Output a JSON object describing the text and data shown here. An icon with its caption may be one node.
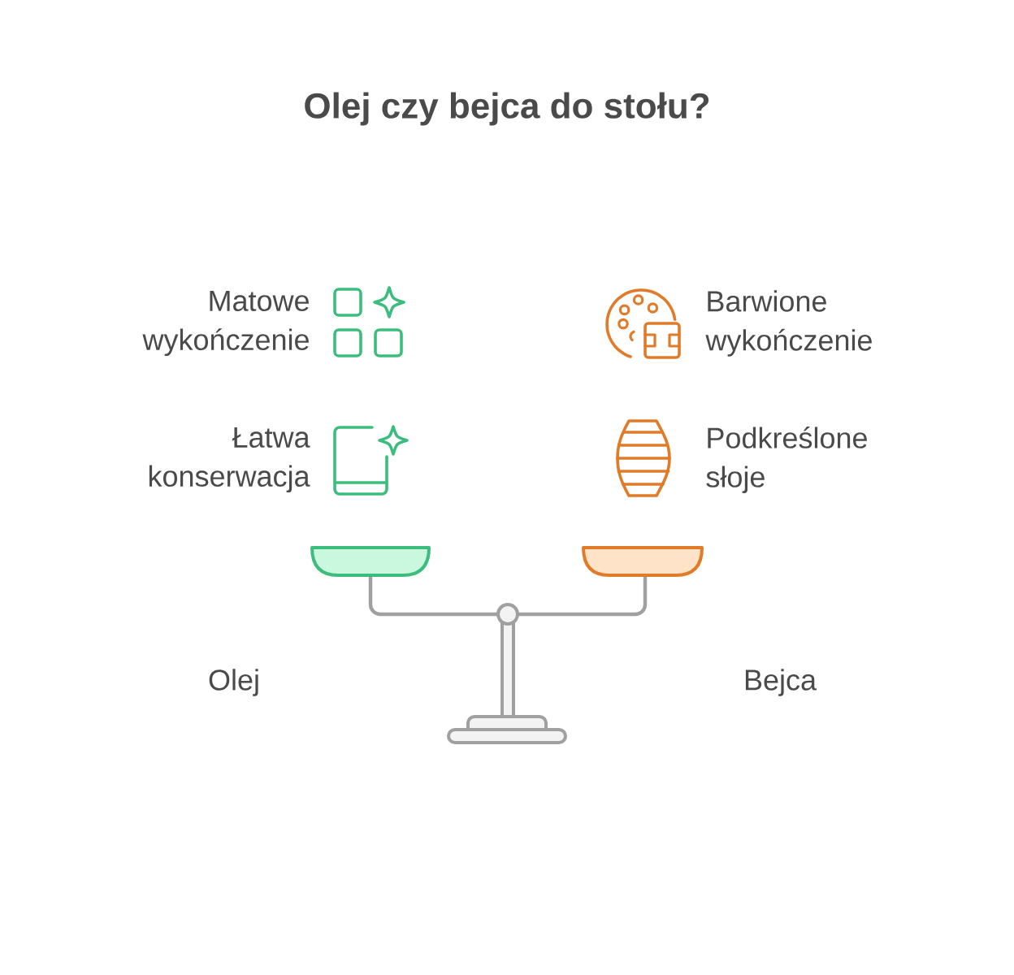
{
  "diagram": {
    "title": "Olej czy bejca do stołu?",
    "labels": [
      "Matowe wykończenie",
      "Barwione wykończenie",
      "Łatwa konserwacja",
      "Podkreślone słoje",
      "Olej",
      "Bejca"
    ]
  }
}
